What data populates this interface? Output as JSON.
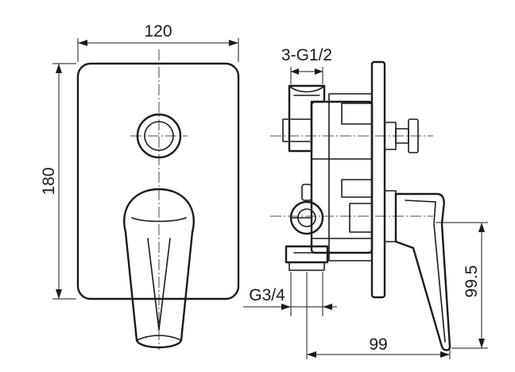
{
  "diagram": {
    "front_view": {
      "width_label": "120",
      "height_label": "180"
    },
    "side_view": {
      "connection_label": "3-G1/2",
      "bottom_connection_label": "G3/4",
      "depth_label": "99",
      "height_label": "99.5"
    }
  }
}
